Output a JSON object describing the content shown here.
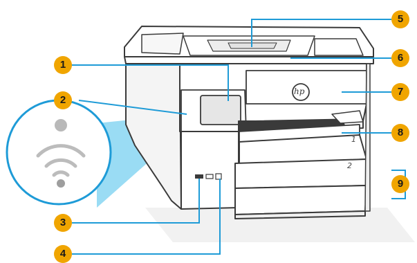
{
  "brand": {
    "logo_text": "hp"
  },
  "callouts": [
    {
      "number": "1",
      "target": "control-panel"
    },
    {
      "number": "2",
      "target": "wireless-light"
    },
    {
      "number": "3",
      "target": "usb-port"
    },
    {
      "number": "4",
      "target": "power-button"
    },
    {
      "number": "5",
      "target": "document-feeder"
    },
    {
      "number": "6",
      "target": "output-extender"
    },
    {
      "number": "7",
      "target": "front-door"
    },
    {
      "number": "8",
      "target": "output-tray"
    },
    {
      "number": "9",
      "target": "input-trays"
    }
  ],
  "tray_labels": {
    "tray1": "1",
    "tray2": "2"
  },
  "colors": {
    "callout": "#f0a500",
    "leader_line": "#1e9bd7",
    "zoom_beam": "#7fd3f1",
    "printer_outline": "#3a3a3a"
  }
}
